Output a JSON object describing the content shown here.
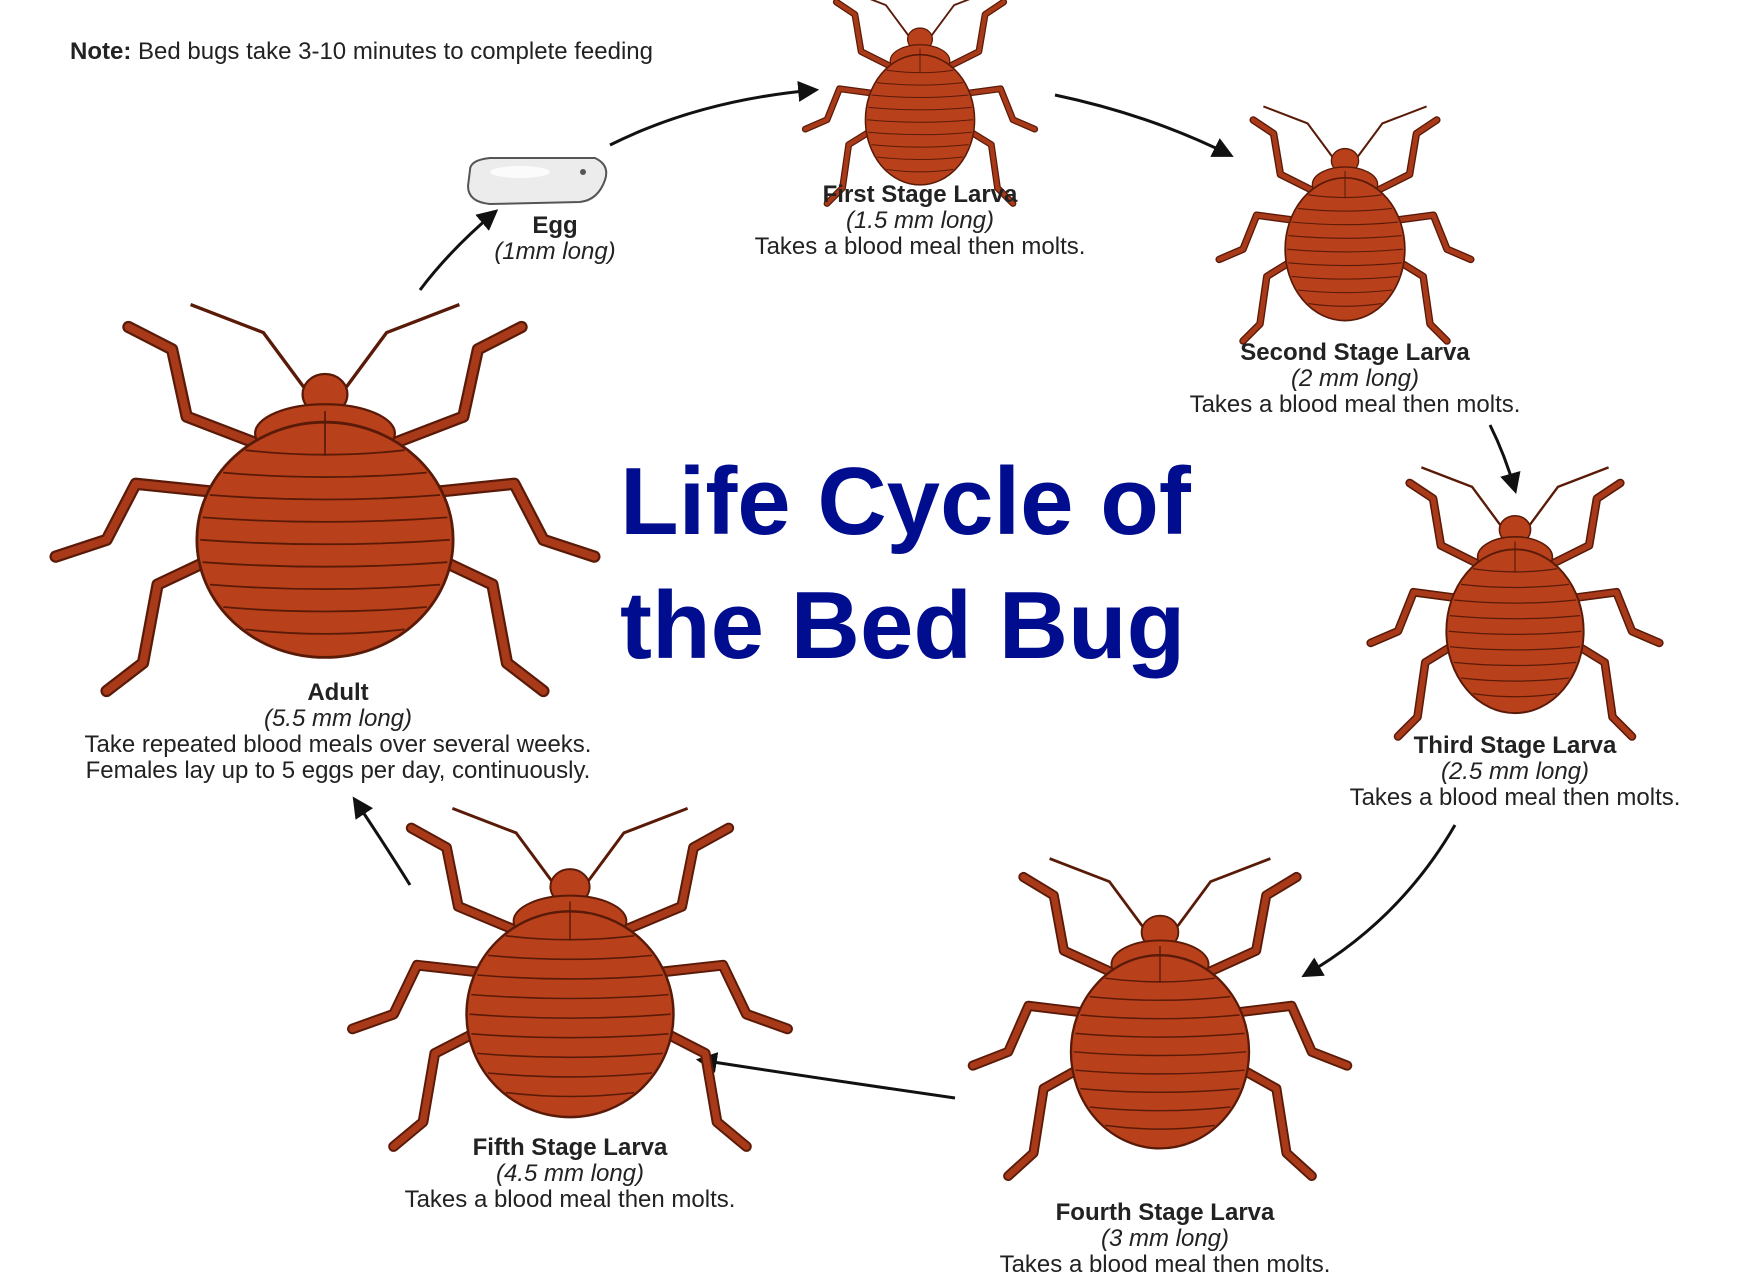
{
  "title": {
    "line1": "Life Cycle of",
    "line2": "the Bed Bug"
  },
  "note": {
    "label": "Note:",
    "text": "Bed bugs take 3-10 minutes to complete feeding"
  },
  "stages": {
    "egg": {
      "name": "Egg",
      "size": "(1mm long)",
      "desc": ""
    },
    "first": {
      "name": "First Stage Larva",
      "size": "(1.5 mm long)",
      "desc": "Takes a blood meal then molts."
    },
    "second": {
      "name": "Second Stage Larva",
      "size": "(2 mm long)",
      "desc": "Takes a blood meal then molts."
    },
    "third": {
      "name": "Third Stage Larva",
      "size": "(2.5 mm long)",
      "desc": "Takes a blood meal then molts."
    },
    "fourth": {
      "name": "Fourth Stage Larva",
      "size": "(3 mm long)",
      "desc": "Takes a blood meal then molts."
    },
    "fifth": {
      "name": "Fifth Stage Larva",
      "size": "(4.5 mm long)",
      "desc": "Takes a blood meal then molts."
    },
    "adult": {
      "name": "Adult",
      "size": "(5.5 mm long)",
      "desc1": "Take repeated blood meals over several weeks.",
      "desc2": "Females lay up to 5 eggs per day, continuously."
    }
  },
  "colors": {
    "title": "#000d8f",
    "bug_body": "#b8401a",
    "bug_outline": "#5a1a08",
    "legs": "#a83a1a",
    "arrows": "#111111"
  }
}
